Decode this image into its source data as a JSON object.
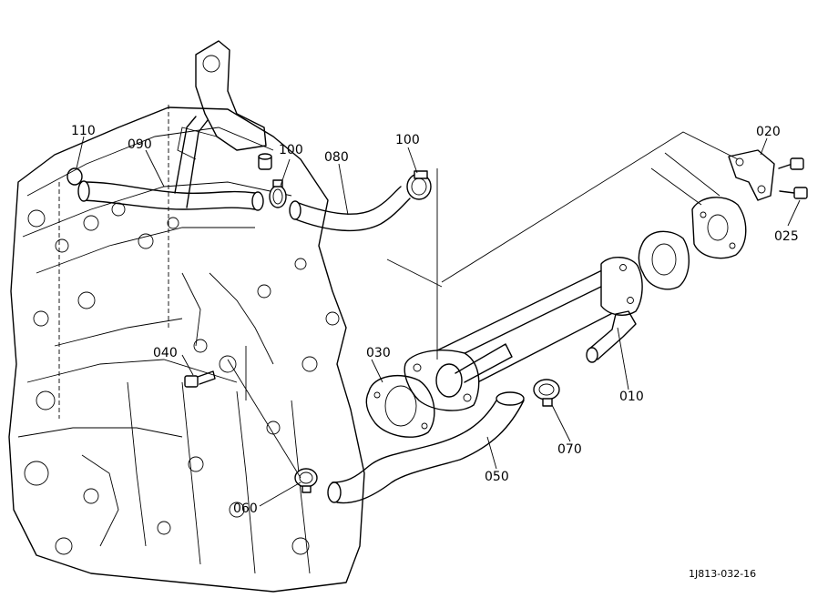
{
  "part_labels": {
    "p010": "010",
    "p020": "020",
    "p025": "025",
    "p030": "030",
    "p040": "040",
    "p050": "050",
    "p060": "060",
    "p070": "070",
    "p080": "080",
    "p090": "090",
    "p100_left": "100",
    "p100_right": "100",
    "p110": "110"
  },
  "drawing_code": "1J813-032-16"
}
